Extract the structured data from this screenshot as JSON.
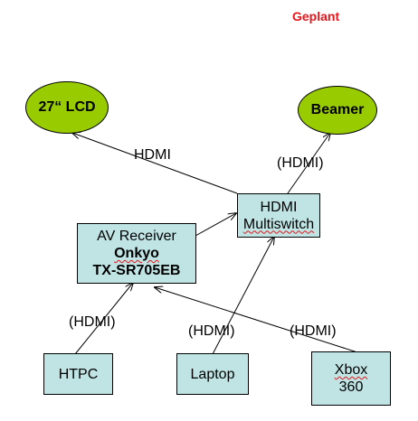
{
  "title": "Geplant",
  "colors": {
    "title": "#e8161b",
    "ellipse_fill": "#99cc00",
    "box_fill": "#c0e4e4",
    "line": "#000000",
    "spellcheck_underline": "#e8161b"
  },
  "nodes": {
    "lcd": {
      "label": "27“ LCD"
    },
    "beamer": {
      "label": "Beamer"
    },
    "multiswitch": {
      "line1": "HDMI",
      "line2": "Multiswitch"
    },
    "receiver": {
      "line1": "AV Receiver",
      "line2": "Onkyo",
      "line3": "TX-SR705EB"
    },
    "htpc": {
      "label": "HTPC"
    },
    "laptop": {
      "label": "Laptop"
    },
    "xbox": {
      "line1": "Xbox",
      "line2": "360"
    }
  },
  "edges": [
    {
      "from": "multiswitch",
      "to": "lcd",
      "label": "HDMI"
    },
    {
      "from": "multiswitch",
      "to": "beamer",
      "label": "(HDMI)"
    },
    {
      "from": "receiver",
      "to": "multiswitch",
      "label": ""
    },
    {
      "from": "htpc",
      "to": "receiver",
      "label": "(HDMI)"
    },
    {
      "from": "laptop",
      "to": "multiswitch",
      "label": "(HDMI)"
    },
    {
      "from": "xbox",
      "to": "receiver",
      "label": "(HDMI)"
    }
  ]
}
